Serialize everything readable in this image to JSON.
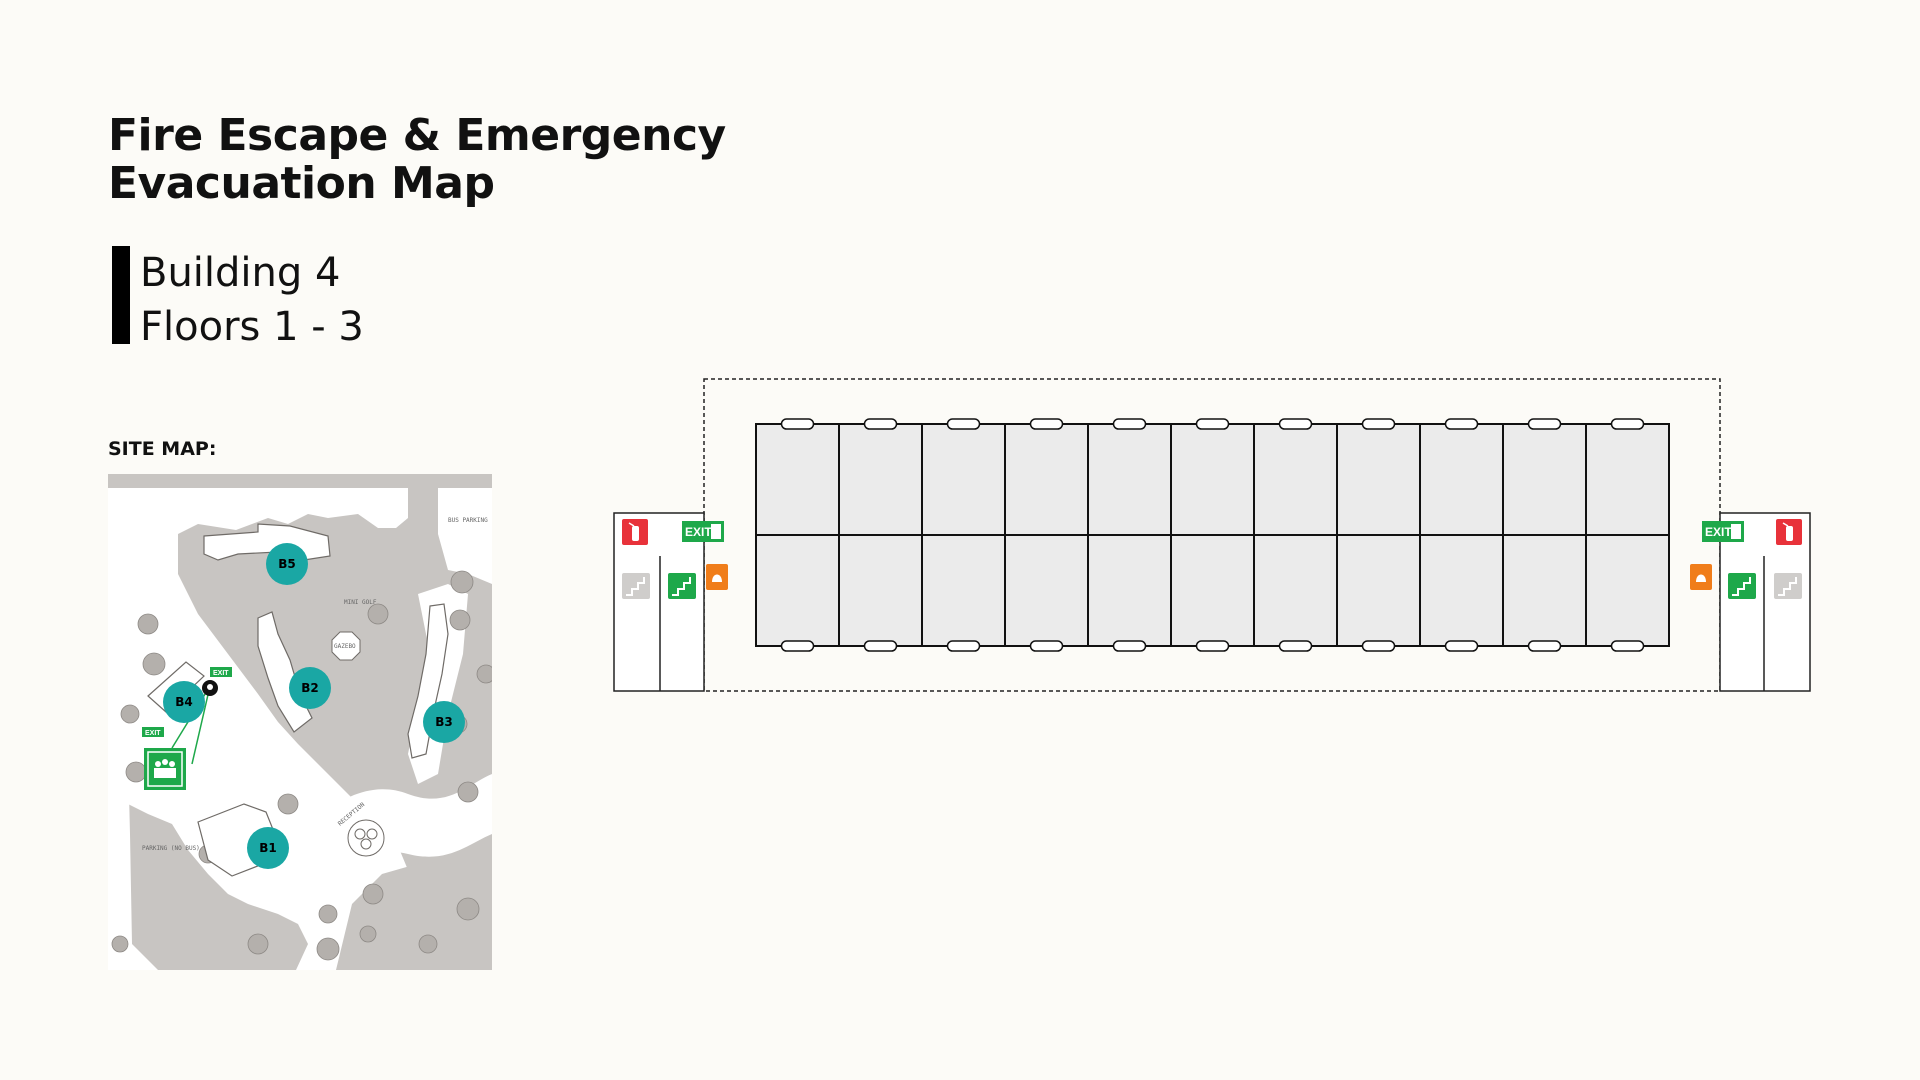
{
  "title": {
    "line1": "Fire Escape & Emergency",
    "line2": "Evacuation Map"
  },
  "subtitle": {
    "building": "Building 4",
    "floors": "Floors 1 - 3"
  },
  "site_map": {
    "label": "SITE MAP:",
    "buildings": [
      "B1",
      "B2",
      "B3",
      "B4",
      "B5"
    ],
    "places": {
      "bus_parking": "BUS PARKING",
      "mini_golf": "MINI GOLF",
      "gazebo": "GAZEBO",
      "reception": "RECEPTION",
      "parking": "PARKING (NO BUS)"
    },
    "exit_label": "EXIT",
    "assembly_point_icon": "assembly-point-icon",
    "location_marker_icon": "location-pin-icon",
    "building_color": "#1aa7a4"
  },
  "floor_plan": {
    "rooms_per_row": 11,
    "rows": 2,
    "exit_label": "EXIT",
    "icons": [
      "fire-extinguisher-icon",
      "fire-alarm-icon",
      "stairs-icon",
      "emergency-stairs-icon",
      "exit-sign-icon"
    ],
    "colors": {
      "room_fill": "#ebebeb",
      "fire_red": "#e8323a",
      "exit_green": "#1ea84a",
      "alarm_orange": "#f07d1a",
      "stairs_gray": "#cfcdcb"
    }
  }
}
